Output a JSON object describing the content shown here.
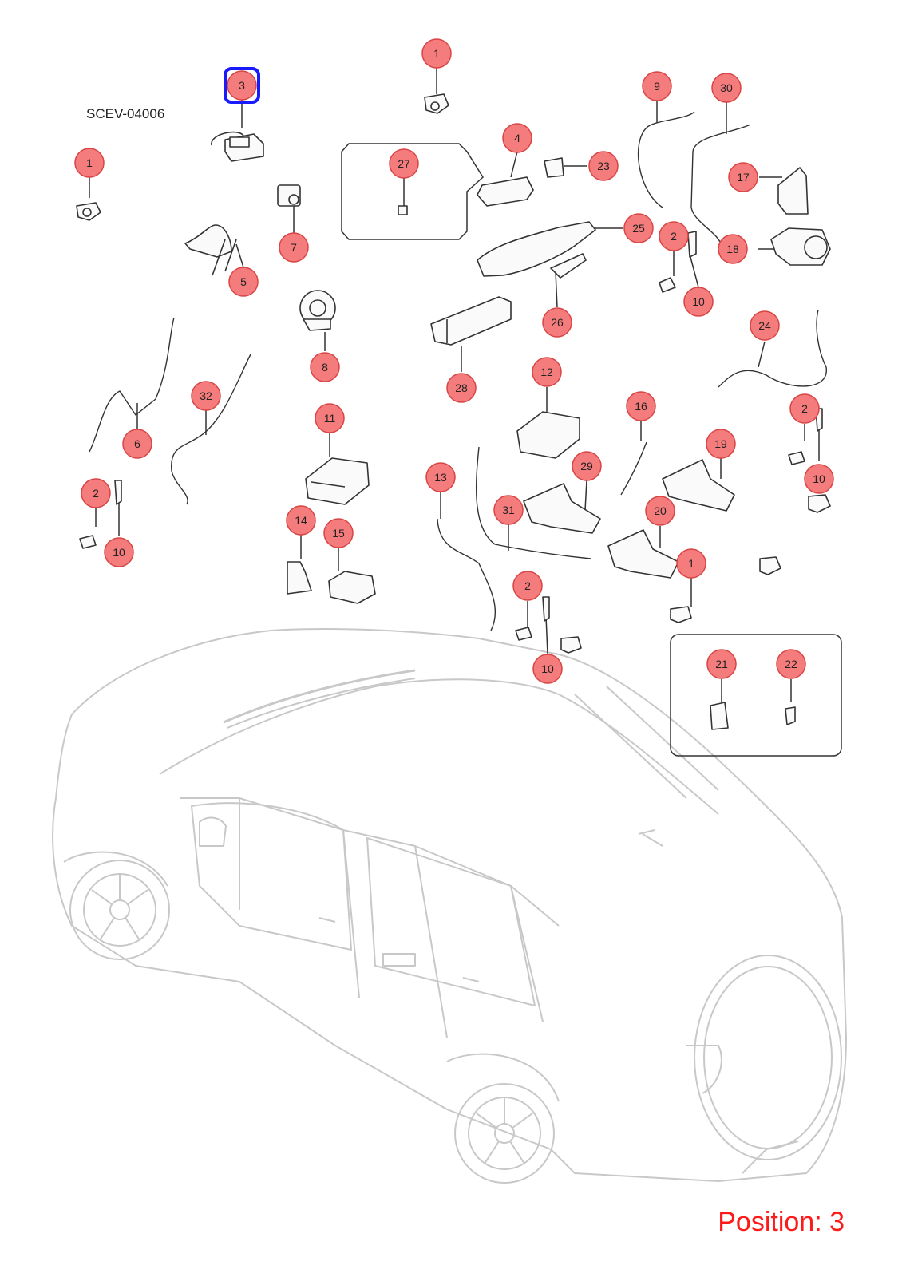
{
  "diagram_code": "SCEV-04006",
  "position_label": "Position: 3",
  "highlighted_callout": "3",
  "colors": {
    "callout_fill": "#f47c7c",
    "callout_stroke": "#d94444",
    "highlight": "#1a1aff",
    "position_text": "#ff1a1a",
    "car_outline": "#c8c8c8",
    "part_stroke": "#333333"
  },
  "callouts": [
    {
      "label": "1"
    },
    {
      "label": "3"
    },
    {
      "label": "1"
    },
    {
      "label": "4"
    },
    {
      "label": "27"
    },
    {
      "label": "23"
    },
    {
      "label": "9"
    },
    {
      "label": "30"
    },
    {
      "label": "17"
    },
    {
      "label": "7"
    },
    {
      "label": "5"
    },
    {
      "label": "25"
    },
    {
      "label": "2"
    },
    {
      "label": "18"
    },
    {
      "label": "10"
    },
    {
      "label": "8"
    },
    {
      "label": "26"
    },
    {
      "label": "28"
    },
    {
      "label": "24"
    },
    {
      "label": "6"
    },
    {
      "label": "32"
    },
    {
      "label": "11"
    },
    {
      "label": "12"
    },
    {
      "label": "16"
    },
    {
      "label": "19"
    },
    {
      "label": "2"
    },
    {
      "label": "10"
    },
    {
      "label": "2"
    },
    {
      "label": "10"
    },
    {
      "label": "13"
    },
    {
      "label": "29"
    },
    {
      "label": "31"
    },
    {
      "label": "20"
    },
    {
      "label": "14"
    },
    {
      "label": "15"
    },
    {
      "label": "1"
    },
    {
      "label": "2"
    },
    {
      "label": "10"
    },
    {
      "label": "21"
    },
    {
      "label": "22"
    }
  ]
}
